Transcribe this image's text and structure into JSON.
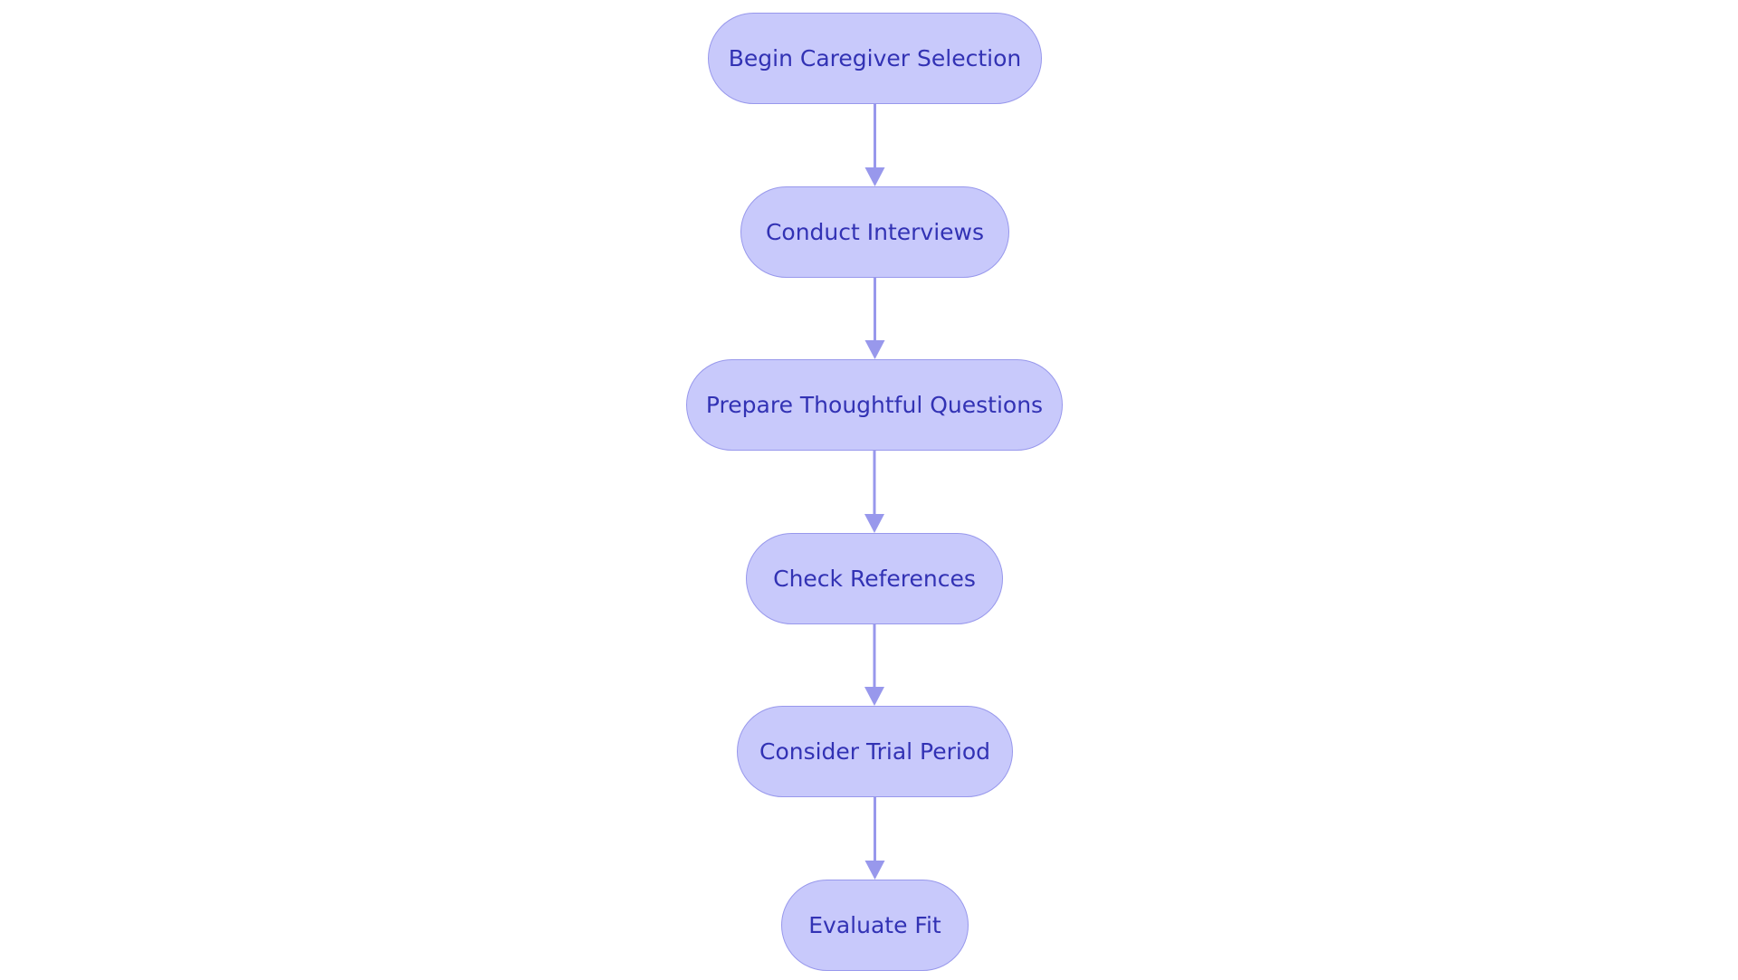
{
  "colors": {
    "background": "#ffffff",
    "node_fill": "#c8c9fb",
    "node_border": "#9898ec",
    "node_text": "#3232b4",
    "edge": "#9898ec"
  },
  "diagram": {
    "direction": "top-to-bottom",
    "nodes": [
      {
        "id": "n1",
        "label": "Begin Caregiver Selection"
      },
      {
        "id": "n2",
        "label": "Conduct Interviews"
      },
      {
        "id": "n3",
        "label": "Prepare Thoughtful Questions"
      },
      {
        "id": "n4",
        "label": "Check References"
      },
      {
        "id": "n5",
        "label": "Consider Trial Period"
      },
      {
        "id": "n6",
        "label": "Evaluate Fit"
      }
    ],
    "edges": [
      {
        "from": "n1",
        "to": "n2"
      },
      {
        "from": "n2",
        "to": "n3"
      },
      {
        "from": "n3",
        "to": "n4"
      },
      {
        "from": "n4",
        "to": "n5"
      },
      {
        "from": "n5",
        "to": "n6"
      }
    ]
  }
}
